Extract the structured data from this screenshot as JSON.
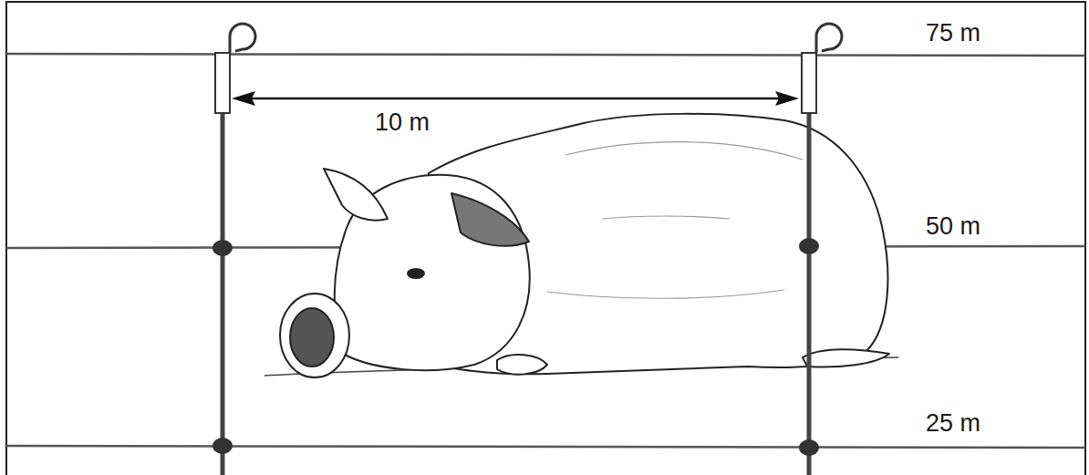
{
  "diagram": {
    "labels": [
      "75 m",
      "10 m",
      "50 m",
      "25 m"
    ]
  }
}
